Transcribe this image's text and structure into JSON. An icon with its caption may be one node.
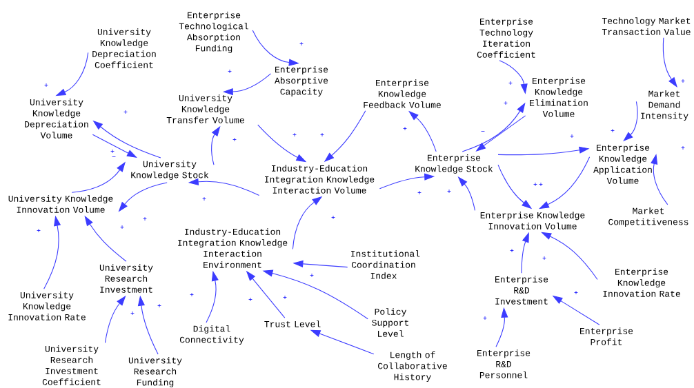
{
  "diagram": {
    "nodes": [
      {
        "text": [
          "University Knowledge Depreciation Coefficient"
        ]
      },
      {
        "text": [
          "Enterprise Technological Absorption Funding"
        ]
      },
      {
        "text": [
          "Enterprise Absorptive Capacity"
        ]
      },
      {
        "text": [
          "University Knowledge Transfer Volume"
        ]
      },
      {
        "text": [
          "University Knowledge Depreciation Volume"
        ]
      },
      {
        "text": [
          "University Knowledge Stock"
        ]
      },
      {
        "text": [
          "Enterprise Knowledge Feedback Volume"
        ]
      },
      {
        "text": [
          "Industry-Education Integration Knowledge Interaction Volume"
        ]
      },
      {
        "text": [
          "University Knowledge Innovation Volume"
        ]
      },
      {
        "text": [
          "Enterprise Technology Iteration Coefficient"
        ]
      },
      {
        "text": [
          "Enterprise Knowledge Elimination Volume"
        ]
      },
      {
        "text": [
          "Technology Market Transaction Value"
        ]
      },
      {
        "text": [
          "Market Demand Intensity"
        ]
      },
      {
        "text": [
          "Enterprise Knowledge Stock"
        ]
      },
      {
        "text": [
          "Enterprise Knowledge Application Volume"
        ]
      },
      {
        "text": [
          "Enterprise Knowledge Innovation Volume"
        ]
      },
      {
        "text": [
          "Market Competitiveness"
        ]
      },
      {
        "text": [
          "Industry-Education Integration Knowledge Interaction Environment"
        ]
      },
      {
        "text": [
          "Institutional Coordination Index"
        ]
      },
      {
        "text": [
          "University Knowledge Innovation Rate"
        ]
      },
      {
        "text": [
          "University Research Investment"
        ]
      },
      {
        "text": [
          "Enterprise R&D Investment"
        ]
      },
      {
        "text": [
          "Enterprise Knowledge Innovation Rate"
        ]
      },
      {
        "text": [
          "Trust Level"
        ]
      },
      {
        "text": [
          "Policy Support Level"
        ]
      },
      {
        "text": [
          "Digital Connectivity"
        ]
      },
      {
        "text": [
          "Enterprise Profit"
        ]
      },
      {
        "text": [
          "University Research Investment Coefficient"
        ]
      },
      {
        "text": [
          "University Research Funding"
        ]
      },
      {
        "text": [
          "Length of Collaborative History"
        ]
      },
      {
        "text": [
          "Enterprise R&D Personnel"
        ]
      }
    ],
    "edges": [
      {
        "from": 0,
        "to": 4,
        "arrow": "to",
        "label": "+"
      },
      {
        "from": 1,
        "to": 2,
        "arrow": "to",
        "label": "+"
      },
      {
        "from": 2,
        "to": 3,
        "arrow": "to",
        "label": "+"
      },
      {
        "from": 4,
        "to": 5,
        "arrow": "to",
        "label": "+"
      },
      {
        "from": 8,
        "to": 5,
        "arrow": "to",
        "label": "−"
      },
      {
        "from": 5,
        "to": 4,
        "arrow": "to",
        "label": "+"
      },
      {
        "from": 5,
        "to": 3,
        "arrow": "to",
        "label": "+"
      },
      {
        "from": 3,
        "to": 7,
        "arrow": "to",
        "label": "+"
      },
      {
        "from": 6,
        "to": 7,
        "arrow": "to",
        "label": "+"
      },
      {
        "from": 7,
        "to": 5,
        "arrow": "to",
        "label": "+"
      },
      {
        "from": 5,
        "to": 8,
        "arrow": "to",
        "label": "+"
      },
      {
        "from": 7,
        "to": 13,
        "arrow": "to",
        "label": "+"
      },
      {
        "from": 13,
        "to": 6,
        "arrow": "to",
        "label": "+"
      },
      {
        "from": 13,
        "to": 10,
        "arrow": "to",
        "label": "+"
      },
      {
        "from": 9,
        "to": 10,
        "arrow": "to",
        "label": "+"
      },
      {
        "from": 10,
        "to": 13,
        "arrow": "to",
        "label": "−"
      },
      {
        "from": 13,
        "to": 14,
        "arrow": "to",
        "label": "+"
      },
      {
        "from": 13,
        "to": 15,
        "arrow": "to",
        "label": "+"
      },
      {
        "from": 14,
        "to": 15,
        "arrow": "to",
        "label": "+"
      },
      {
        "from": 12,
        "to": 14,
        "arrow": "to",
        "label": "+"
      },
      {
        "from": 11,
        "to": 12,
        "arrow": "to",
        "label": "+"
      },
      {
        "from": 16,
        "to": 14,
        "arrow": "to",
        "label": "+"
      },
      {
        "from": 15,
        "to": 13,
        "arrow": "to",
        "label": "+"
      },
      {
        "from": 17,
        "to": 7,
        "arrow": "to",
        "label": "+"
      },
      {
        "from": 18,
        "to": 17,
        "arrow": "to",
        "label": "+"
      },
      {
        "from": 23,
        "to": 17,
        "arrow": "to",
        "label": "+"
      },
      {
        "from": 24,
        "to": 17,
        "arrow": "to",
        "label": "+"
      },
      {
        "from": 29,
        "to": 23,
        "arrow": "to"
      },
      {
        "from": 25,
        "to": 17,
        "arrow": "to",
        "label": "+"
      },
      {
        "from": 19,
        "to": 8,
        "arrow": "to",
        "label": "+"
      },
      {
        "from": 20,
        "to": 8,
        "arrow": "to",
        "label": "+"
      },
      {
        "from": 27,
        "to": 20,
        "arrow": "to",
        "label": "+"
      },
      {
        "from": 28,
        "to": 20,
        "arrow": "to",
        "label": "+"
      },
      {
        "from": 21,
        "to": 15,
        "arrow": "to",
        "label": "+"
      },
      {
        "from": 22,
        "to": 15,
        "arrow": "to",
        "label": "+"
      },
      {
        "from": 26,
        "to": 21,
        "arrow": "to",
        "label": "+"
      },
      {
        "from": 30,
        "to": 21,
        "arrow": "to",
        "label": "+"
      }
    ]
  }
}
